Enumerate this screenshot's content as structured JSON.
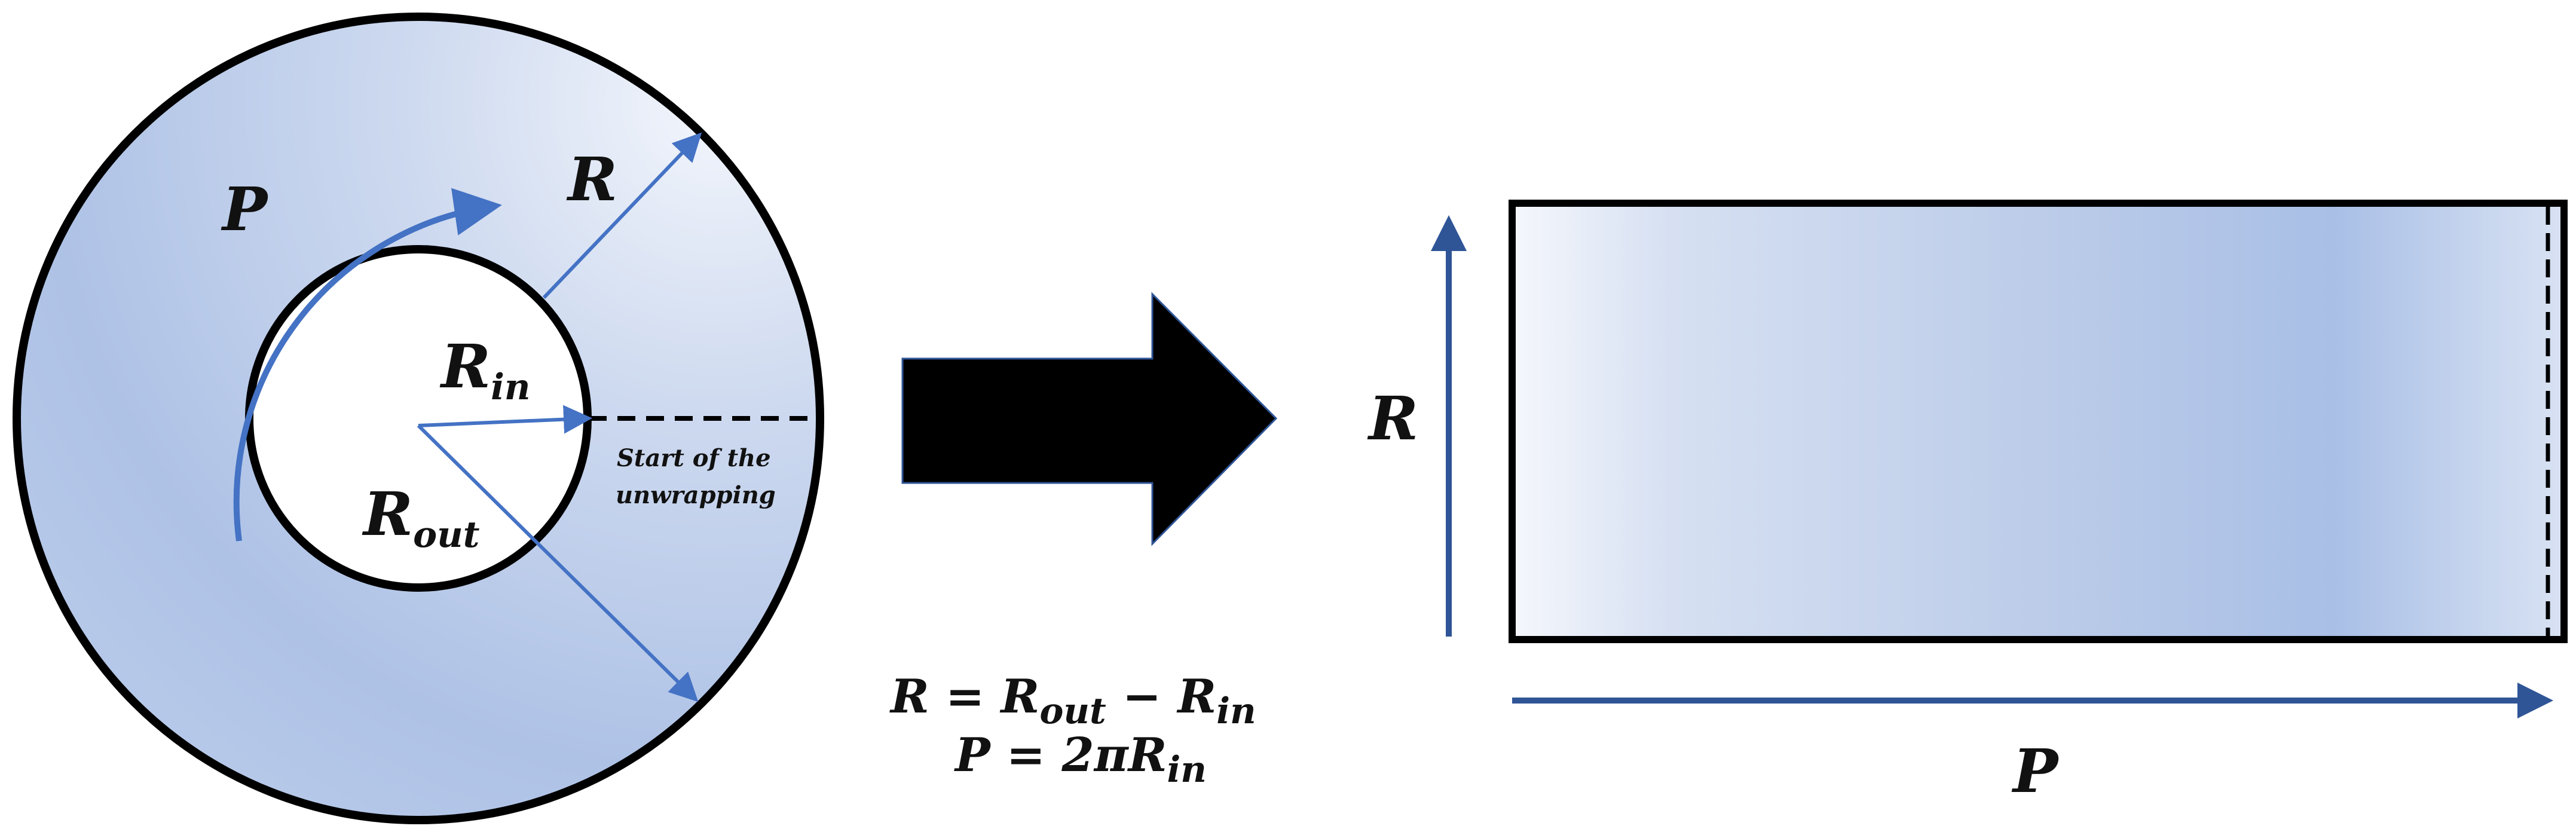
{
  "annulus": {
    "label_p": "P",
    "label_r": "R",
    "label_r_in": {
      "base": "R",
      "sub": "in"
    },
    "label_r_out": {
      "base": "R",
      "sub": "out"
    },
    "start_note": [
      "Start of the",
      "unwrapping"
    ]
  },
  "equations": {
    "line1": {
      "lhs": "R = ",
      "a": "R",
      "a_sub": "out",
      "op": " − ",
      "b": "R",
      "b_sub": "in"
    },
    "line2": {
      "lhs": "P = 2π",
      "a": "R",
      "a_sub": "in"
    }
  },
  "rectangle": {
    "axis_r_label": "R",
    "axis_p_label": "P"
  },
  "colors": {
    "arrow_blue": "#4472c4",
    "axis_blue": "#2f5597",
    "fill_blue": "#a9bfe6",
    "fill_light": "#f3f6fc",
    "outline": "#000000"
  }
}
